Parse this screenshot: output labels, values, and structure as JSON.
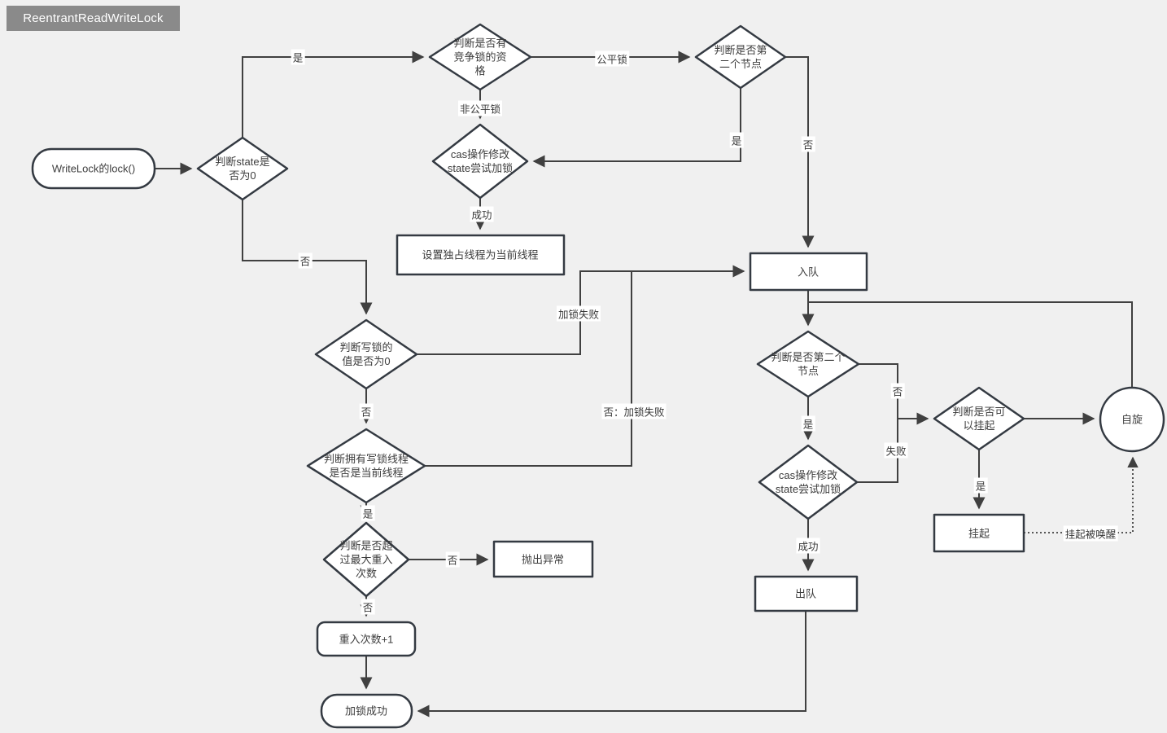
{
  "title": "ReentrantReadWriteLock",
  "colors": {
    "canvas_bg": "#f0f0f0",
    "node_fill": "#ffffff",
    "node_border": "#343a42",
    "edge": "#404040",
    "title_bg": "#8a8a8a",
    "title_text": "#ffffff"
  },
  "nodes": {
    "start": {
      "type": "terminator",
      "lines": [
        "WriteLock的lock()"
      ]
    },
    "check_state": {
      "type": "decision",
      "lines": [
        "判断state是",
        "否为0"
      ]
    },
    "check_compete": {
      "type": "decision",
      "lines": [
        "判断是否有",
        "竞争锁的资",
        "格"
      ]
    },
    "check_second_top": {
      "type": "decision",
      "lines": [
        "判断是否第",
        "二个节点"
      ]
    },
    "cas_try_top": {
      "type": "decision",
      "lines": [
        "cas操作修改",
        "state尝试加锁"
      ]
    },
    "set_owner": {
      "type": "process",
      "lines": [
        "设置独占线程为当前线程"
      ]
    },
    "enqueue": {
      "type": "process",
      "lines": [
        "入队"
      ]
    },
    "check_write_zero": {
      "type": "decision",
      "lines": [
        "判断写锁的",
        "值是否为0"
      ]
    },
    "check_owner_thread": {
      "type": "decision",
      "lines": [
        "判断拥有写锁线程",
        "是否是当前线程"
      ]
    },
    "check_max_reentrant": {
      "type": "decision",
      "lines": [
        "判断是否超",
        "过最大重入",
        "次数"
      ]
    },
    "throw_exception": {
      "type": "process",
      "lines": [
        "抛出异常"
      ]
    },
    "reentrant_plus": {
      "type": "process",
      "lines": [
        "重入次数+1"
      ]
    },
    "lock_success": {
      "type": "terminator",
      "lines": [
        "加锁成功"
      ]
    },
    "check_second_node": {
      "type": "decision",
      "lines": [
        "判断是否第二个",
        "节点"
      ]
    },
    "cas_try_bottom": {
      "type": "decision",
      "lines": [
        "cas操作修改",
        "state尝试加锁"
      ]
    },
    "check_can_park": {
      "type": "decision",
      "lines": [
        "判断是否可",
        "以挂起"
      ]
    },
    "spin": {
      "type": "circle",
      "lines": [
        "自旋"
      ]
    },
    "park": {
      "type": "process",
      "lines": [
        "挂起"
      ]
    },
    "dequeue": {
      "type": "process",
      "lines": [
        "出队"
      ]
    }
  },
  "edge_labels": {
    "yes_state_zero": "是",
    "fair_lock": "公平锁",
    "unfair_lock": "非公平锁",
    "yes_second_top": "是",
    "no_second_top": "否",
    "cas_success_top": "成功",
    "no_state_zero": "否",
    "lock_fail": "加锁失败",
    "no_write_zero": "否",
    "no_lock_fail": "否：加锁失败",
    "yes_owner": "是",
    "no_over_max": "否",
    "not_over_max": "否",
    "no_second": "否",
    "yes_second": "是",
    "cas_fail": "失败",
    "cas_success": "成功",
    "yes_can_park": "是",
    "park_wakeup": "挂起被唤醒"
  }
}
